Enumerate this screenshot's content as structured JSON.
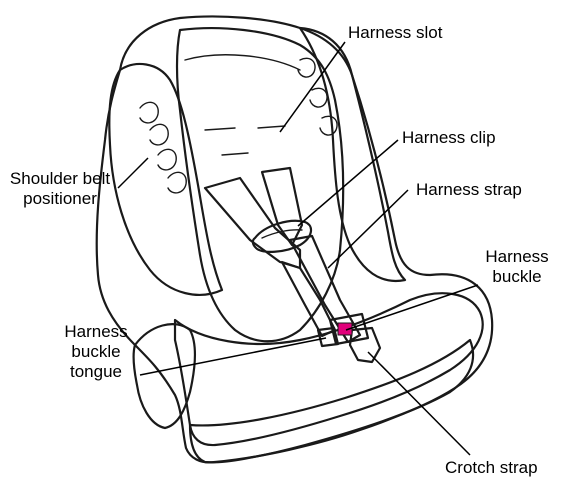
{
  "labels": {
    "harness_slot": "Harness slot",
    "harness_clip": "Harness clip",
    "harness_strap": "Harness strap",
    "harness_buckle": [
      "Harness",
      "buckle"
    ],
    "shoulder_belt_positioner": [
      "Shoulder belt",
      "positioner"
    ],
    "harness_buckle_tongue": [
      "Harness",
      "buckle",
      "tongue"
    ],
    "crotch_strap": "Crotch strap"
  },
  "colors": {
    "seat_fill": "#e9e9e9",
    "seat_shade": "#bdbdbd",
    "strap_fill": "#b5b5b5",
    "buckle_accent": "#e0007a",
    "outline": "#1a1a1a"
  }
}
